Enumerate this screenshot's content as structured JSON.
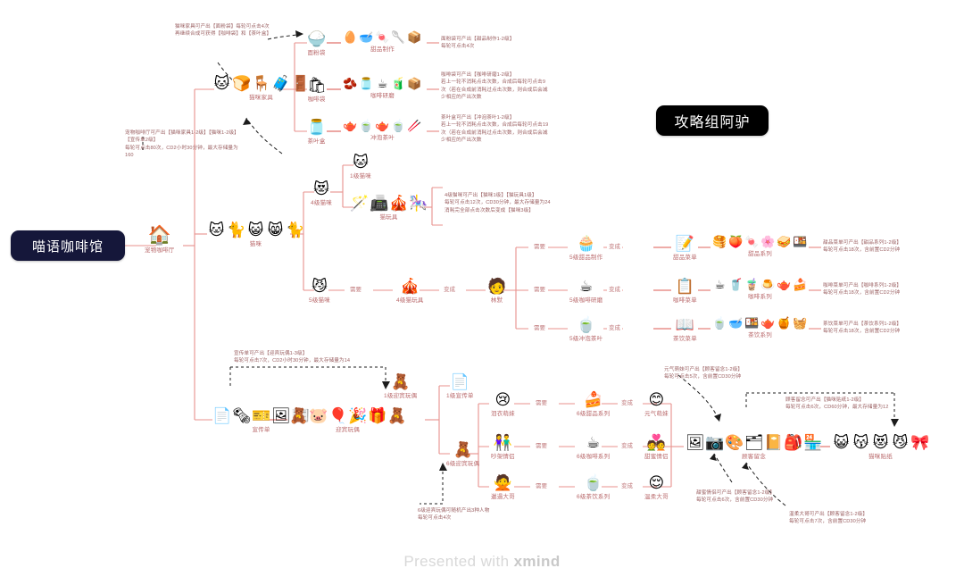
{
  "meta": {
    "root_label": "喵语咖啡馆",
    "author_badge": "攻略组阿驴",
    "watermark_prefix": "Presented with ",
    "watermark_brand": "xmind",
    "accent_line": "#e8918c",
    "accent_text": "#b9696b",
    "root_bg": "#15173a",
    "badge_bg": "#000000"
  },
  "labels": {
    "need": "需要",
    "becomes": "变成"
  },
  "nodes": {
    "pet_cafe": {
      "caption": "宠物咖啡厅",
      "icons": [
        "🏠"
      ]
    },
    "cat_furniture": {
      "caption": "猫咪家具",
      "icons": [
        "🐱",
        "🍞",
        "🪑",
        "🧳",
        "🚪"
      ]
    },
    "flour_bag": {
      "caption": "面粉袋",
      "icons": [
        "🍚"
      ]
    },
    "dessert_making": {
      "caption": "甜品制作",
      "icons": [
        "🥚",
        "🥣",
        "🍬",
        "🥄",
        "📦"
      ]
    },
    "coffee_bag": {
      "caption": "咖啡袋",
      "icons": [
        "🛍"
      ]
    },
    "coffee_grind": {
      "caption": "咖啡研磨",
      "icons": [
        "🫘",
        "🫙",
        "☕",
        "🧃",
        "📦"
      ]
    },
    "tea_box": {
      "caption": "茶叶盒",
      "icons": [
        "🫙"
      ]
    },
    "tea_brewing": {
      "caption": "冲泡茶叶",
      "icons": [
        "🫖",
        "🍵",
        "🫖",
        "🍵",
        "🥢"
      ]
    },
    "cats": {
      "caption": "猫咪",
      "icons": [
        "🐱",
        "🐈",
        "😺",
        "😸",
        "🐈"
      ]
    },
    "cat_lv4": {
      "caption": "4级猫咪",
      "icons": [
        "😻"
      ]
    },
    "cat_lv1_ref": {
      "caption": "1级猫咪",
      "icons": [
        "🐱"
      ]
    },
    "cat_toys": {
      "caption": "猫玩具",
      "icons": [
        "🪄",
        "📠",
        "🎪",
        "🎠"
      ]
    },
    "cat_lv5": {
      "caption": "5级猫咪",
      "icons": [
        "😼"
      ]
    },
    "cat_toy_lv4": {
      "caption": "4级猫玩具",
      "icons": [
        "🎪"
      ]
    },
    "linmo": {
      "caption": "林默",
      "icons": [
        "🧑"
      ]
    },
    "dessert_make_lv5": {
      "caption": "5级甜品制作",
      "icons": [
        "🧁"
      ]
    },
    "dessert_menu": {
      "caption": "甜品菜单",
      "icons": [
        "📝"
      ]
    },
    "dessert_series": {
      "caption": "甜品系列",
      "icons": [
        "🥞",
        "🍑",
        "🍬",
        "🌸",
        "🥪",
        "🍱"
      ]
    },
    "coffee_grind_lv5": {
      "caption": "5级咖啡研磨",
      "icons": [
        "☕"
      ]
    },
    "coffee_menu": {
      "caption": "咖啡菜单",
      "icons": [
        "📋"
      ]
    },
    "coffee_series": {
      "caption": "咖啡系列",
      "icons": [
        "☕",
        "🥤",
        "🧋",
        "🍮",
        "🫖",
        "🍰"
      ]
    },
    "tea_brew_lv5": {
      "caption": "5级冲泡茶叶",
      "icons": [
        "🍵"
      ]
    },
    "tea_menu": {
      "caption": "茶饮菜单",
      "icons": [
        "📖"
      ]
    },
    "tea_series": {
      "caption": "茶饮系列",
      "icons": [
        "🍵",
        "🥣",
        "🍱",
        "🫖",
        "🍯",
        "🧺"
      ]
    },
    "flyers": {
      "caption": "宣传单",
      "icons": [
        "📄",
        "🗞",
        "🎫",
        "🖼",
        "📰"
      ]
    },
    "welcome_dolls": {
      "caption": "迎宾玩偶",
      "icons": [
        "🧸",
        "🐷",
        "🎈",
        "🎉",
        "🎁",
        "🧸"
      ]
    },
    "flyer_lv1": {
      "caption": "1级宣传单",
      "icons": [
        "📄"
      ]
    },
    "doll_lv1": {
      "caption": "1级迎宾玩偶",
      "icons": [
        "🧸"
      ]
    },
    "doll_lv6": {
      "caption": "6级迎宾玩偶",
      "icons": [
        "🧸"
      ]
    },
    "crying_girl": {
      "caption": "泪衣萌妹",
      "icons": [
        "😢"
      ]
    },
    "dessert_series_lv6": {
      "caption": "6级甜品系列",
      "icons": [
        "🍰"
      ]
    },
    "happy_girl": {
      "caption": "元气萌妹",
      "icons": [
        "😊"
      ]
    },
    "fighting_couple": {
      "caption": "吵架情侣",
      "icons": [
        "👫"
      ]
    },
    "coffee_series_lv6": {
      "caption": "6级咖啡系列",
      "icons": [
        "☕"
      ]
    },
    "sweet_couple": {
      "caption": "甜蜜情侣",
      "icons": [
        "💑"
      ]
    },
    "messy_guy": {
      "caption": "邋遢大哥",
      "icons": [
        "🙅"
      ]
    },
    "tea_series_lv6": {
      "caption": "6级茶饮系列",
      "icons": [
        "🍵"
      ]
    },
    "gentle_guy": {
      "caption": "温柔大哥",
      "icons": [
        "😌"
      ]
    },
    "customer_keepsake": {
      "caption": "顾客留念",
      "icons": [
        "🖼",
        "📷",
        "🎨",
        "🗂",
        "📔",
        "🎒",
        "🏪"
      ]
    },
    "cat_stickers": {
      "caption": "猫咪贴纸",
      "icons": [
        "😺",
        "😽",
        "😻",
        "😼",
        "🎀"
      ]
    }
  },
  "notes": {
    "furniture_note": "猫咪家具可产出【面粉袋】每轮可点击4次\n再继续合成可获得【咖啡袋】和【茶叶盒】",
    "cafe_note": "宠物咖啡厅可产出【猫咪家具1-2级】【猫咪1-2级】\n【宣传单2级】\n每轮可点击80次，CD2小时30分钟，最大存储量为\n160",
    "flour_note": "面粉袋可产出【甜品制作1-2级】\n每轮可点击4次",
    "coffee_bag_note": "咖啡袋可产出【咖啡研磨1-2级】\n若上一轮不消耗点击次数，合成后每轮可点击9\n次（若在合成前消耗过点击次数，则合成后会减\n少相应的产出次数",
    "tea_box_note": "茶叶盒可产出【冲泡茶叶1-2级】\n若上一轮不消耗点击次数，合成后每轮可点击19\n次（若在合成前消耗过点击次数，则合成后会减\n少相应的产出次数",
    "cat_lv4_note": "4级猫咪可产出【猫咪1级】【猫玩具1级】\n每轮可点击12次，CD30分钟，最大存储量为24\n消耗完全部点击次数后变成【猫咪3级】",
    "dessert_menu_note": "甜品菜单可产出【甜品系列1-2级】\n每轮可点击18次，含前置CD2分钟",
    "coffee_menu_note": "咖啡菜单可产出【咖啡系列1-2级】\n每轮可点击18次，含前置CD2分钟",
    "tea_menu_note": "茶饮菜单可产出【茶饮系列1-2级】\n每轮可点击18次，含前置CD2分钟",
    "flyer_note": "宣传单可产出【迎宾玩偶1-3级】\n每轮可点击7次，CD2小时30分钟，最大存储量为14",
    "doll_lv6_note": "6级迎宾玩偶可随机产出3种人物\n每轮可点击4次",
    "happy_girl_note": "元气萌妹可产出【顾客留念1-2级】\n每轮可点击5次，含前置CD30分钟",
    "sweet_couple_note": "甜蜜情侣可产出【顾客留念1-2级】\n每轮可点击6次，含前置CD30分钟",
    "gentle_guy_note": "温柔大哥可产出【顾客留念1-2级】\n每轮可点击7次，含前置CD30分钟",
    "keepsake_note": "顾客留念可产出【猫咪贴纸1-2级】\n每轮可点击6次，CD60分钟，最大存储量为12"
  }
}
